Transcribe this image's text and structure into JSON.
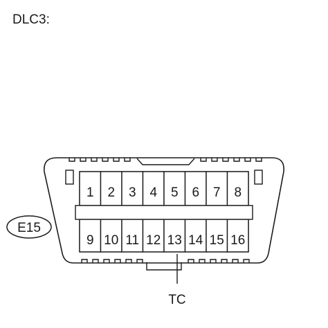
{
  "title": "DLC3:",
  "connector_code": "E15",
  "pin_label": "TC",
  "pins_top": [
    "1",
    "2",
    "3",
    "4",
    "5",
    "6",
    "7",
    "8"
  ],
  "pins_bottom": [
    "9",
    "10",
    "11",
    "12",
    "13",
    "14",
    "15",
    "16"
  ]
}
